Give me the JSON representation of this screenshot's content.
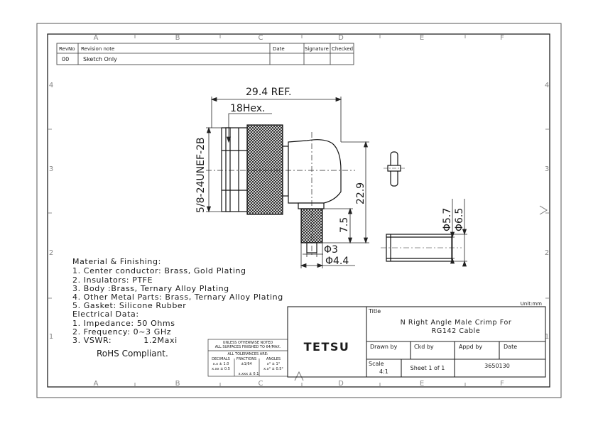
{
  "revision_table": {
    "headers": {
      "rev": "RevNo",
      "note": "Revision note",
      "date": "Date",
      "signature": "Signature",
      "checked": "Checked"
    },
    "row": {
      "rev": "00",
      "note": "Sketch Only"
    }
  },
  "zones": {
    "columns": [
      "A",
      "B",
      "C",
      "D",
      "E",
      "F"
    ],
    "rows": [
      "4",
      "3",
      "2",
      "1"
    ]
  },
  "dimensions": {
    "overall_length": "29.4 REF.",
    "hex": "18Hex.",
    "thread": "5/8-24UNEF-2B",
    "height": "22.9",
    "ferrule_length": "7.5",
    "pin_dia": "Φ3",
    "ferrule_dia": "Φ4.4",
    "sleeve_inner_dia": "Φ5.7",
    "sleeve_outer_dia": "Φ6.5"
  },
  "notes": {
    "lines": [
      "Material & Finishing:",
      "1. Center conductor: Brass, Gold Plating",
      "2. Insulators: PTFE",
      "3. Body :Brass, Ternary Alloy Plating",
      "4. Other Metal Parts: Brass, Ternary Alloy Plating",
      "5. Gasket: Silicone Rubber",
      "Electrical Data:",
      "1. Impedance: 50 Ohms",
      "2. Frequency: 0~3 GHz",
      "3. VSWR:           1.2Maxi"
    ],
    "rohs": "RoHS Compliant."
  },
  "tolerance_block": {
    "line1": "UNLESS OTHERWISE NOTED",
    "line2": "ALL SURFACES FINISHED TO 64/MAX.",
    "line3": "ALL TOLERANCES ARE:",
    "col_decimals": "DECIMALS",
    "col_fractions": "FRACTIONS",
    "col_angles": "ANGLES",
    "dec1": "x.x ± 1.0",
    "dec2": "x.xx ± 0.5",
    "dec3": "x.xxx ± 0.1",
    "frac1": "±1/64",
    "ang1": "x° ± 1°",
    "ang2": "x.x° ± 0.5°"
  },
  "title_block": {
    "unit": "Unit:mm",
    "company": "TETSU",
    "title_label": "Title",
    "title_line1": "N Right Angle Male Crimp For",
    "title_line2": "RG142 Cable",
    "drawn_by_label": "Drawn by",
    "ckd_by_label": "Ckd by",
    "appd_by_label": "Appd by",
    "date_label": "Date",
    "scale_label": "Scale",
    "scale_value": "4:1",
    "sheet": "Sheet 1 of 1",
    "part_number": "3650130"
  }
}
